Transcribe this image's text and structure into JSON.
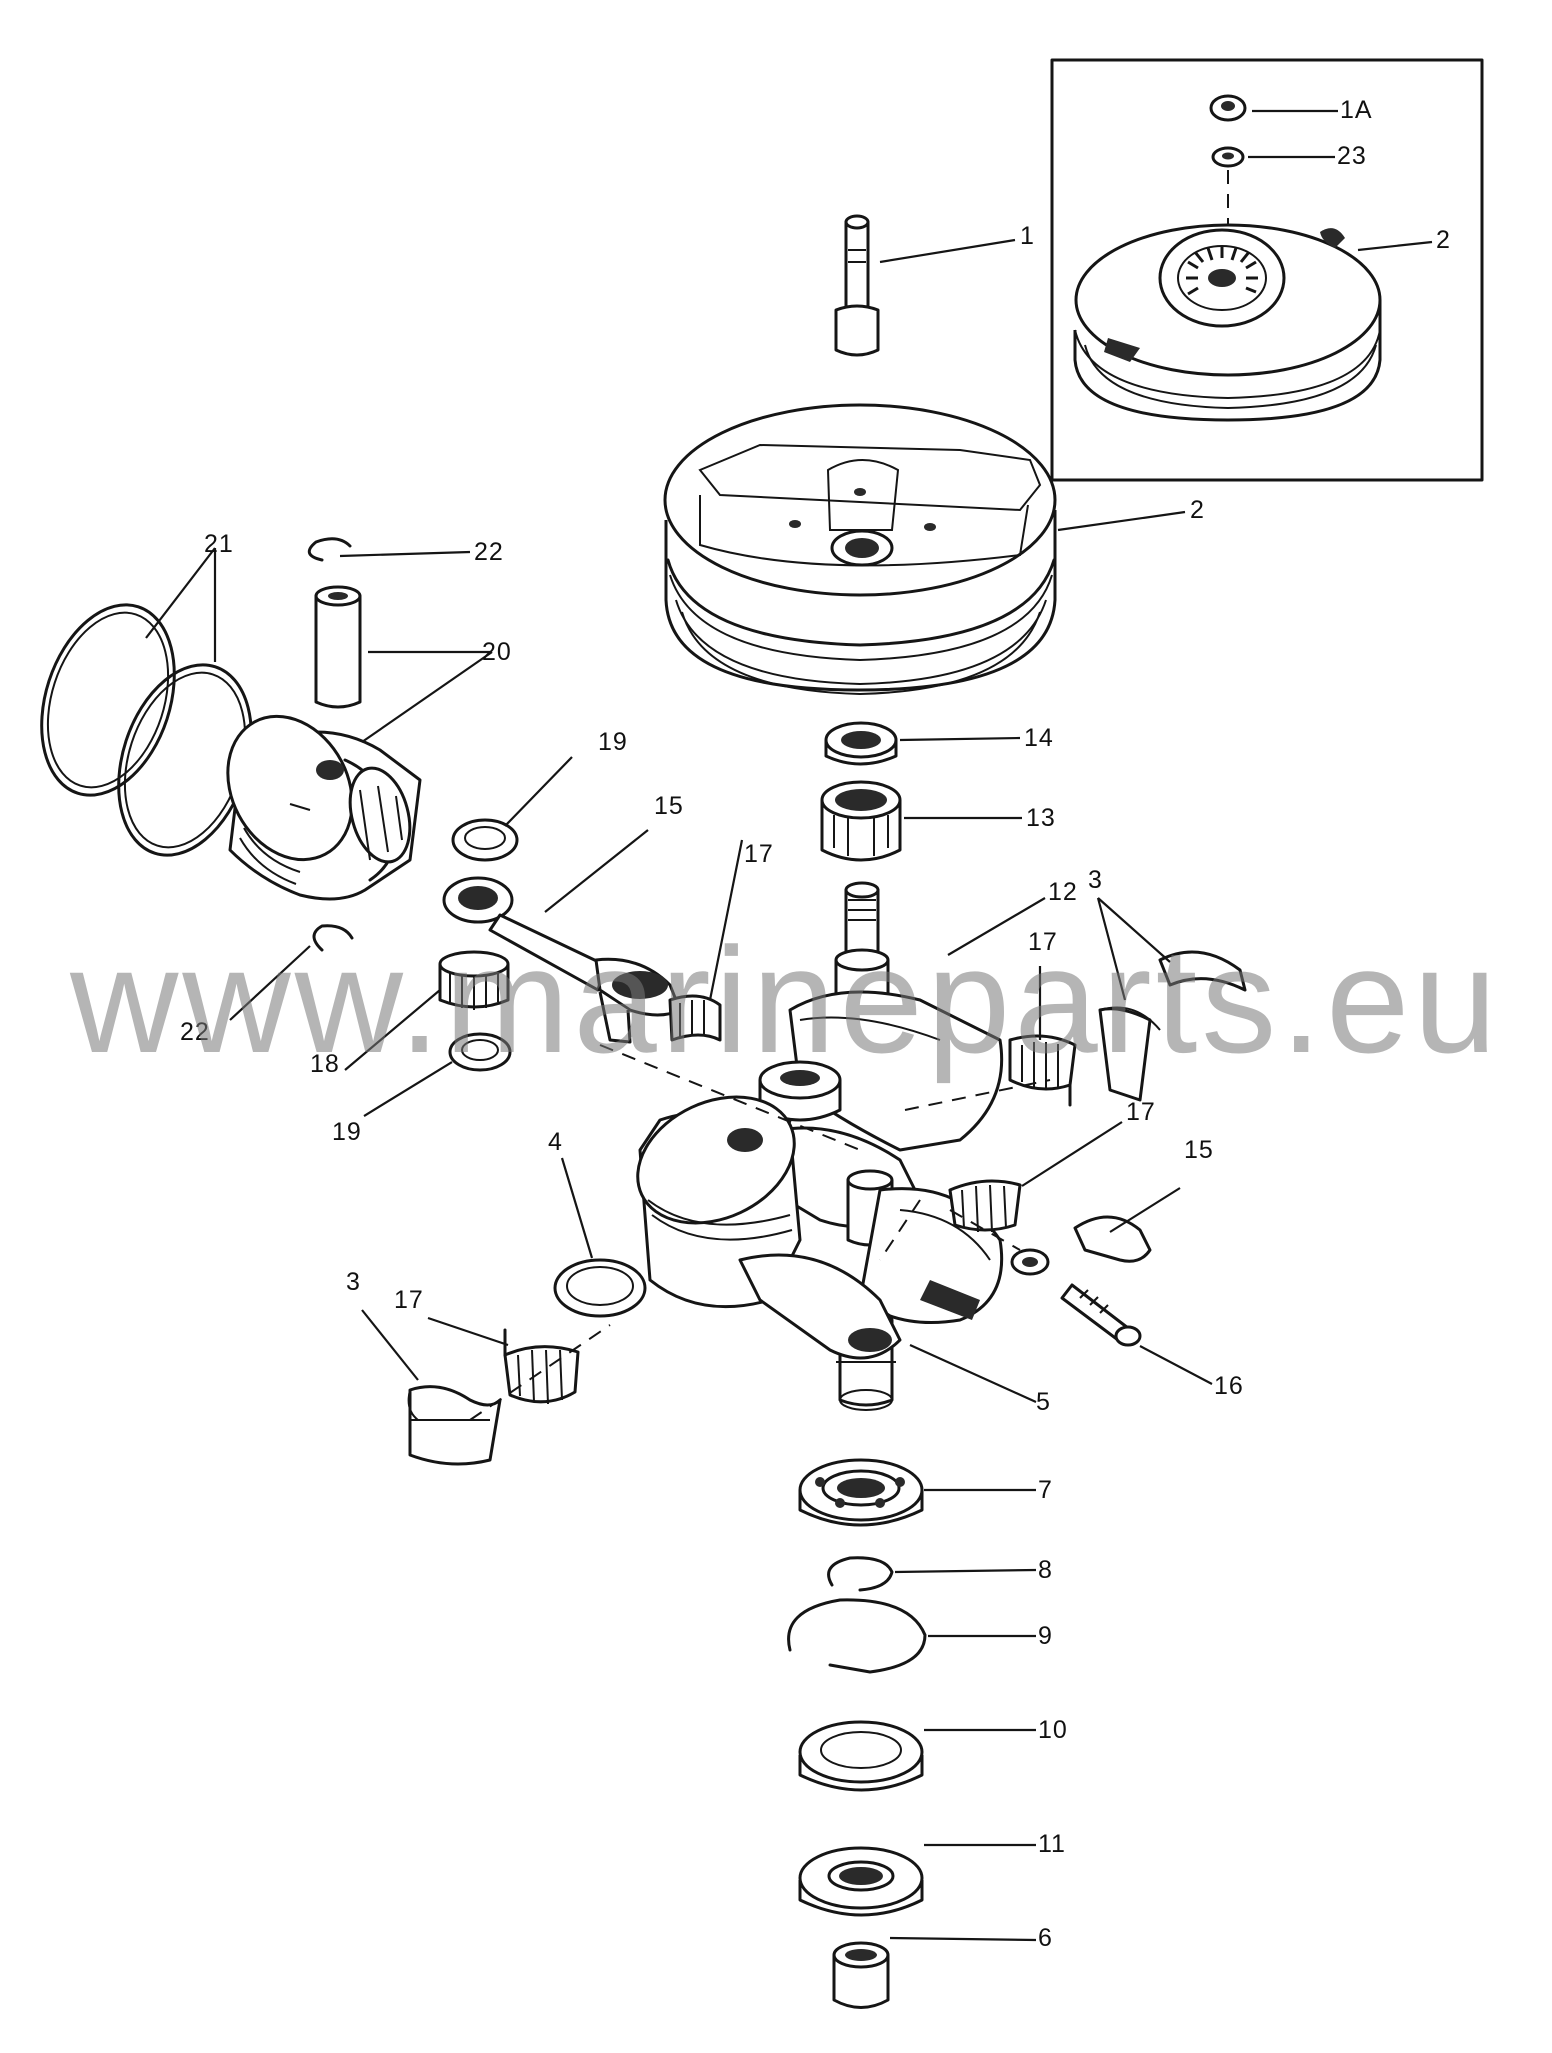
{
  "diagram": {
    "watermark": "www.marineparts.eu",
    "callouts": {
      "c1A": "1A",
      "c23": "23",
      "c2_inset": "2",
      "c1": "1",
      "c2": "2",
      "c21": "21",
      "c22_top": "22",
      "c20": "20",
      "c19_top": "19",
      "c15_top": "15",
      "c17_a": "17",
      "c14": "14",
      "c13": "13",
      "c12": "12",
      "c3_right": "3",
      "c17_b": "17",
      "c22_bottom": "22",
      "c18": "18",
      "c19_bottom": "19",
      "c17_c": "17",
      "c15_right": "15",
      "c4": "4",
      "c3_left": "3",
      "c17_d": "17",
      "c16": "16",
      "c5": "5",
      "c7": "7",
      "c8": "8",
      "c9": "9",
      "c10": "10",
      "c11": "11",
      "c6": "6"
    }
  }
}
